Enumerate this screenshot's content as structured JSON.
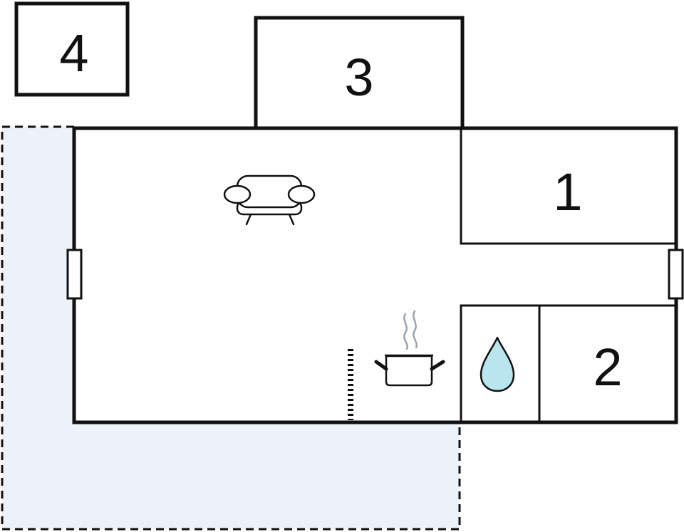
{
  "rooms": {
    "room_1": {
      "label": "1"
    },
    "room_2": {
      "label": "2"
    },
    "room_3": {
      "label": "3"
    },
    "room_4": {
      "label": "4"
    }
  },
  "icons": {
    "living_area": "sofa-icon",
    "kitchen": "cooking-pot-icon",
    "bathroom": "water-drop-icon",
    "stairs": "stairs-icon"
  },
  "colors": {
    "walls": "#111111",
    "terrace_fill": "#edf1f8",
    "water_fill": "#b9e6ee",
    "steam": "#9aa4ae"
  }
}
